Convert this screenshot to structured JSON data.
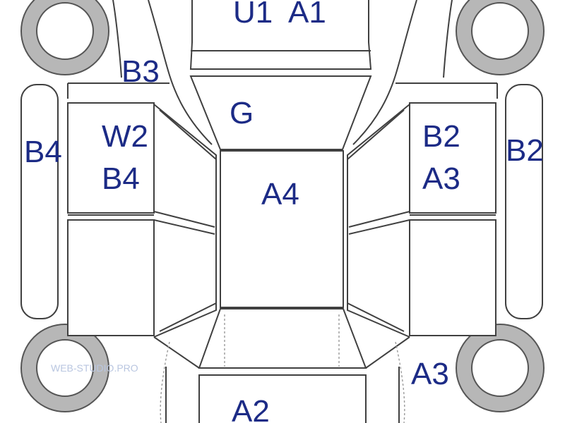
{
  "diagram": {
    "labels": {
      "roof_top": "U1",
      "roof_top_code": "A1",
      "windshield": "G",
      "roof_center": "A4",
      "left_corner": "B3",
      "left_sill": "B4",
      "left_door_code1": "W2",
      "left_door_code2": "B4",
      "right_door_code1": "B2",
      "right_door_code2": "A3",
      "right_sill": "B2",
      "right_rear_corner": "A3",
      "rear": "A2"
    },
    "watermark": "WEB-STUDIO.PRO"
  },
  "colors": {
    "label_text": "#1c2b86",
    "outline": "#404040",
    "tire": "#b7b7b7",
    "background": "#ffffff"
  }
}
